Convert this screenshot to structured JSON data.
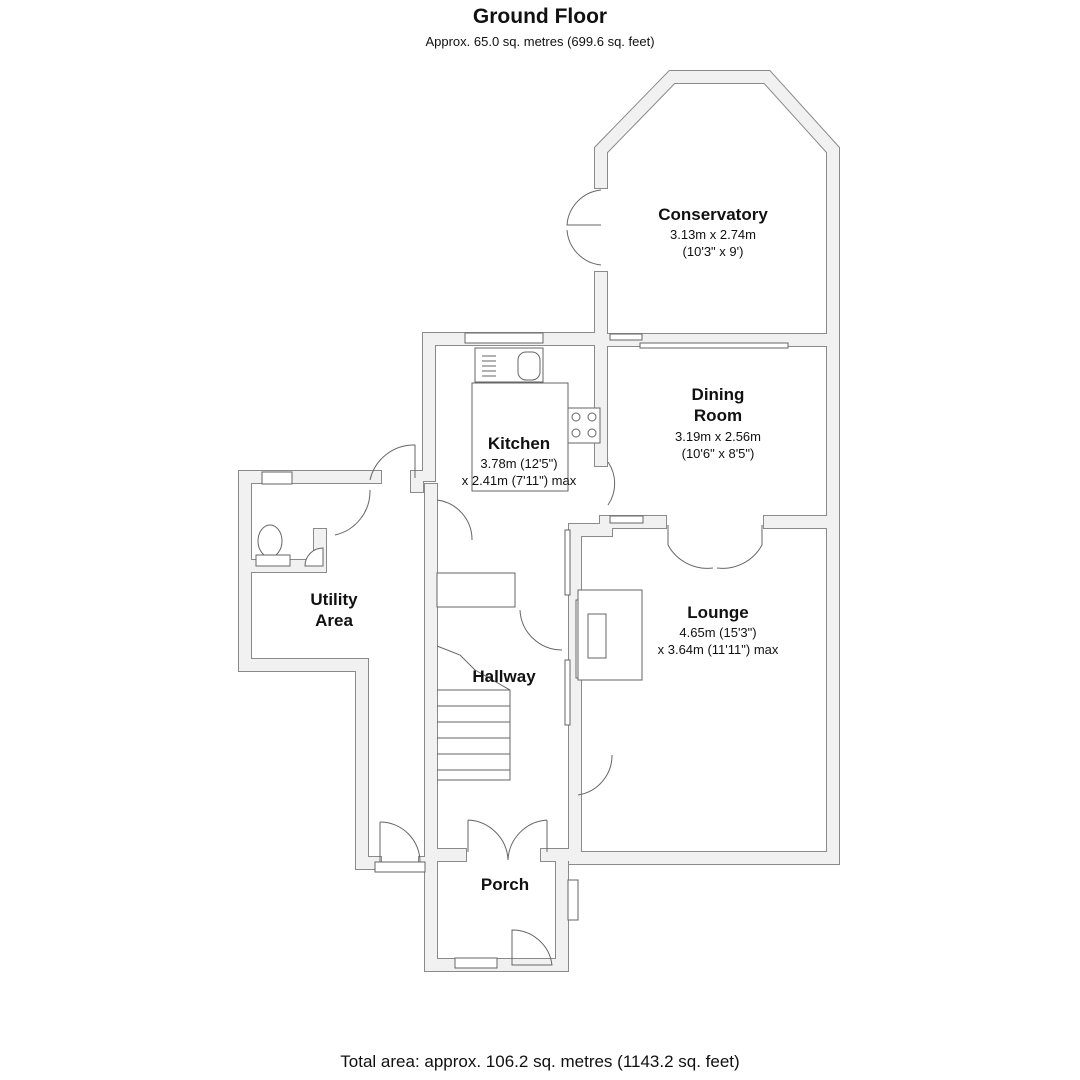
{
  "header": {
    "title": "Ground Floor",
    "subtitle": "Approx.  65.0 sq. metres (699.6 sq. feet)"
  },
  "rooms": [
    {
      "name": "Conservatory",
      "dims": [
        "3.13m x 2.74m",
        "(10'3\" x 9')"
      ]
    },
    {
      "name_lines": [
        "Dining",
        "Room"
      ],
      "dims": [
        "3.19m x 2.56m",
        "(10'6\" x 8'5\")"
      ]
    },
    {
      "name": "Kitchen",
      "dims": [
        "3.78m (12'5\")",
        "x 2.41m (7'11\") max"
      ]
    },
    {
      "name_lines": [
        "Utility",
        "Area"
      ]
    },
    {
      "name": "Lounge",
      "dims": [
        "4.65m (15'3\")",
        "x 3.64m (11'11\") max"
      ]
    },
    {
      "name": "Hallway"
    },
    {
      "name": "Porch"
    }
  ],
  "footer": {
    "total": "Total area: approx. 106.2 sq. metres (1143.2 sq. feet)"
  }
}
